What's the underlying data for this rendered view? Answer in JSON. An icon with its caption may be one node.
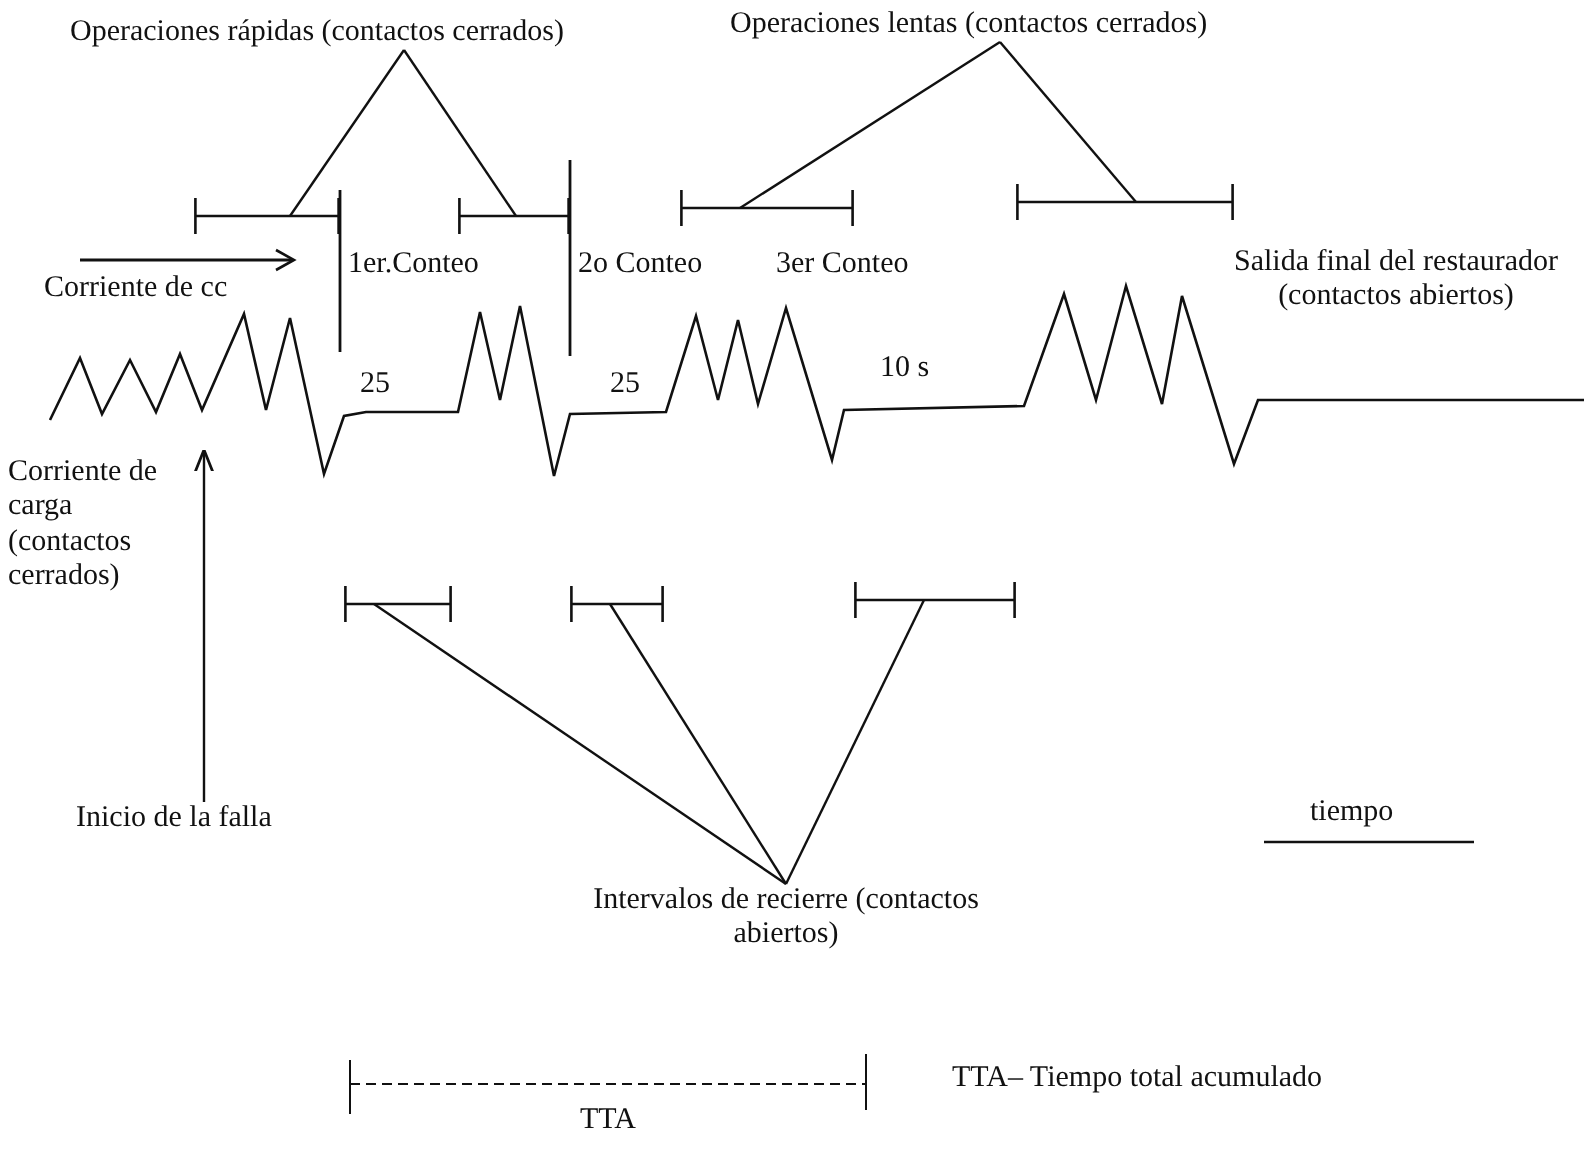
{
  "diagram": {
    "nodes": [
      {
        "text": [
          "Operaciones rápidas (contactos cerrados)"
        ]
      },
      {
        "text": [
          "Operaciones lentas (contactos cerrados)"
        ]
      },
      {
        "text": [],
        "shape": "bar"
      },
      {
        "text": [],
        "shape": "bar"
      },
      {
        "text": [],
        "shape": "bar"
      },
      {
        "text": [],
        "shape": "bar"
      },
      {
        "text": [
          "Intervalos de recierre (contactos abiertos)"
        ]
      },
      {
        "text": [],
        "shape": "bar"
      },
      {
        "text": [],
        "shape": "bar"
      },
      {
        "text": [],
        "shape": "bar"
      },
      {
        "text": [
          "Inicio de la falla"
        ]
      }
    ],
    "edges": [
      {
        "from": 0,
        "to": 2,
        "arrow": "none"
      },
      {
        "from": 0,
        "to": 3,
        "arrow": "none"
      },
      {
        "from": 1,
        "to": 4,
        "arrow": "none"
      },
      {
        "from": 1,
        "to": 5,
        "arrow": "none"
      },
      {
        "from": 6,
        "to": 7,
        "arrow": "none"
      },
      {
        "from": 6,
        "to": 8,
        "arrow": "none"
      },
      {
        "from": 6,
        "to": 9,
        "arrow": "none"
      },
      {
        "from": 10,
        "to": null,
        "arrow": "to"
      }
    ],
    "labels": [
      "Corriente de cc",
      "1er.Conteo",
      "2o Conteo",
      "3er Conteo",
      "Salida final del restaurador (contactos abiertos)",
      "25",
      "25",
      "10 s",
      "Corriente de carga (contactos cerrados)",
      "tiempo",
      "TTA– Tiempo total acumulado",
      "TTA"
    ]
  }
}
